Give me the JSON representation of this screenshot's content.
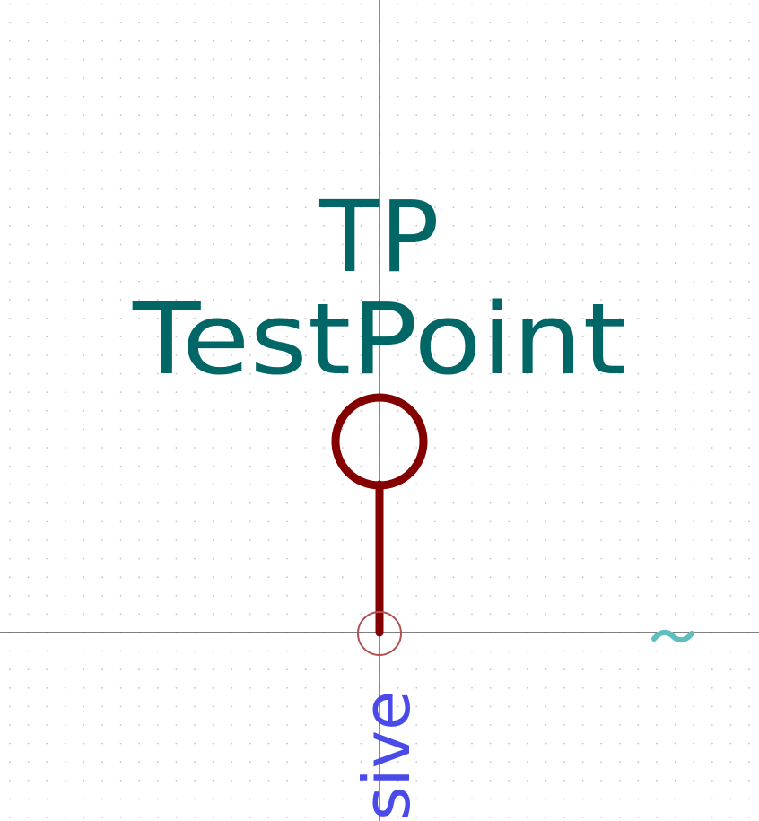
{
  "symbol": {
    "reference": "TP",
    "value": "TestPoint",
    "pin_type_label": "sive",
    "hidden_field_marker": "~"
  },
  "colors": {
    "background": "#ffffff",
    "grid_dot": "#c4c4c4",
    "field_text": "#006666",
    "body": "#840000",
    "pin_anchor": "#b05050",
    "pin_text": "#4a4ae8",
    "axis_vertical": "#0000cc",
    "axis_horizontal": "#000000",
    "marker": "#5fbfbf"
  }
}
